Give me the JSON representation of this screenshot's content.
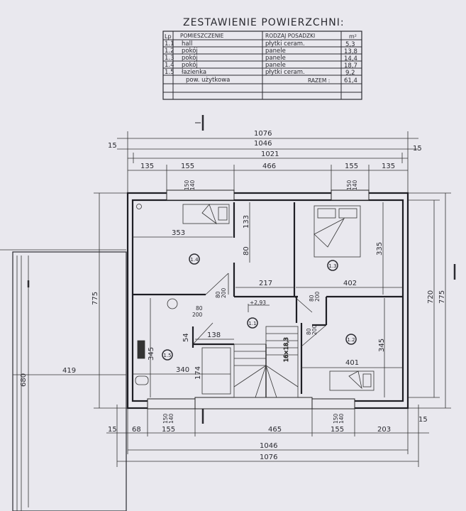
{
  "table": {
    "title": "ZESTAWIENIE POWIERZCHNI:",
    "headers": {
      "lp": "Lp",
      "room": "POMIESZCZENIE",
      "floor": "RODZAJ POSADZKI",
      "area": "m²"
    },
    "rows": [
      {
        "lp": "1.1",
        "room": "hall",
        "floor": "płytki ceram.",
        "area": "5,3"
      },
      {
        "lp": "1.2",
        "room": "pokój",
        "floor": "panele",
        "area": "13,8"
      },
      {
        "lp": "1.3",
        "room": "pokój",
        "floor": "panele",
        "area": "14,4"
      },
      {
        "lp": "1.4",
        "room": "pokój",
        "floor": "panele",
        "area": "18,7"
      },
      {
        "lp": "1.5",
        "room": "łazienka",
        "floor": "płytki ceram.",
        "area": "9,2"
      }
    ],
    "total": {
      "room": "pow. użytkowa",
      "label": "RAZEM :",
      "area": "61,4"
    }
  },
  "plan": {
    "dims_top": {
      "overall": "1076",
      "mid": "1046",
      "inner": "1021",
      "edge_left": "15",
      "edge_right": "15",
      "segments": [
        "135",
        "155",
        "466",
        "155",
        "135"
      ]
    },
    "dims_bottom": {
      "overall": "1076",
      "mid": "1046",
      "edge_left": "15",
      "edge_right": "15",
      "segments": [
        "68",
        "155",
        "465",
        "155",
        "203"
      ]
    },
    "dims_left": {
      "height": "775",
      "balcony_height": "680",
      "balcony_width": "419"
    },
    "dims_right": {
      "inner": "720",
      "outer": "775"
    },
    "window_labels": {
      "top_left": [
        "150",
        "140"
      ],
      "top_right": [
        "150",
        "140"
      ],
      "bottom_left": [
        "150",
        "140"
      ],
      "bottom_right": [
        "150",
        "140"
      ]
    },
    "door_labels": {
      "d1": [
        "80",
        "200"
      ],
      "d2": [
        "80",
        "200"
      ],
      "d3": [
        "80",
        "200"
      ],
      "d4": [
        "80",
        "200"
      ]
    },
    "room_dims": {
      "r14_width": "353",
      "closet_h1": "133",
      "closet_h2": "80",
      "closet_w": "217",
      "r13_width": "402",
      "r13_height": "335",
      "r15_width": "340",
      "r15_height": "345",
      "small_54": "54",
      "hall_138": "138",
      "hall_174": "174",
      "r12_width": "401",
      "r12_height": "345"
    },
    "level": "+2,93",
    "stairs": "16×18,3",
    "rooms": {
      "r11": "1.1",
      "r12": "1.2",
      "r13": "1.3",
      "r14": "1.4",
      "r15": "1.5"
    }
  }
}
